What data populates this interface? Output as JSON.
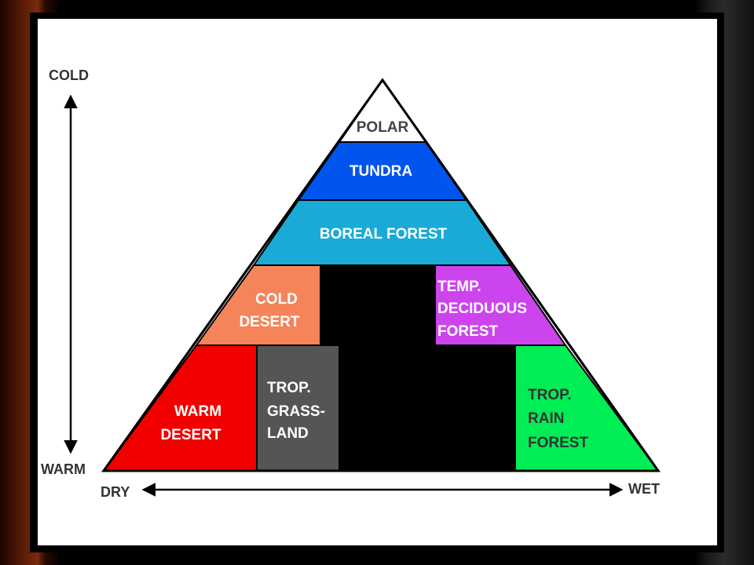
{
  "axes": {
    "cold": "COLD",
    "warm": "WARM",
    "dry": "DRY",
    "wet": "WET"
  },
  "biomes": {
    "polar": "POLAR",
    "tundra": "TUNDRA",
    "boreal_forest": "BOREAL FOREST",
    "cold_desert": [
      "COLD",
      "DESERT"
    ],
    "temp_deciduous_forest": [
      "TEMP.",
      "DECIDUOUS",
      "FOREST"
    ],
    "warm_desert": [
      "WARM",
      "DESERT"
    ],
    "trop_grassland": [
      "TROP.",
      "GRASS-",
      "LAND"
    ],
    "trop_rain_forest": [
      "TROP.",
      "RAIN",
      "FOREST"
    ]
  },
  "colors": {
    "polar": "#ffffff",
    "tundra": "#0055ee",
    "boreal_forest": "#1aaad8",
    "cold_desert": "#f5845a",
    "temp_deciduous_forest": "#cc44ee",
    "warm_desert": "#f20000",
    "trop_grassland": "#555555",
    "trop_rain_forest": "#00ee55",
    "center_block": "#000000"
  }
}
